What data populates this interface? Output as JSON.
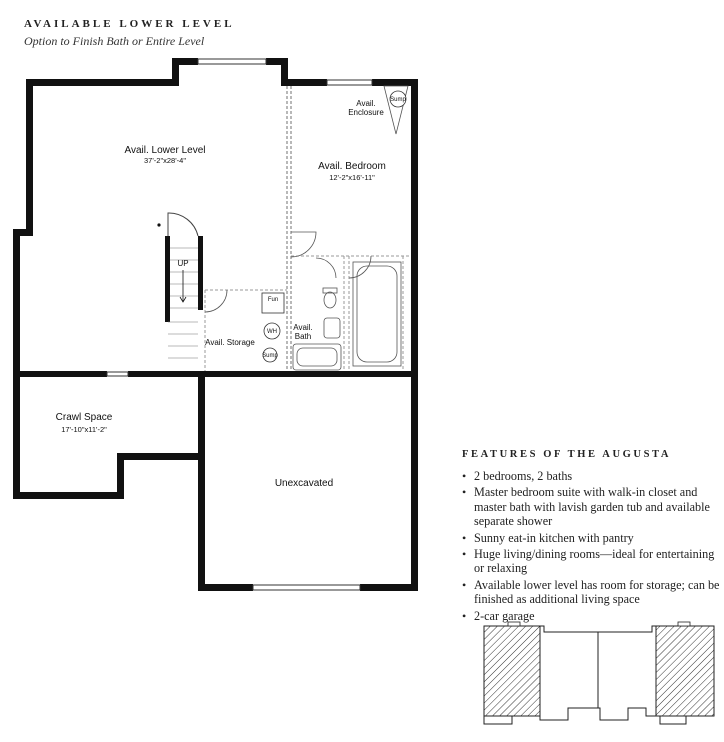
{
  "header": {
    "title": "AVAILABLE LOWER LEVEL",
    "subtitle": "Option to Finish Bath or Entire Level"
  },
  "plan": {
    "rooms": {
      "lower_level": {
        "name": "Avail. Lower Level",
        "dims": "37'-2\"x28'-4\""
      },
      "bedroom": {
        "name": "Avail. Bedroom",
        "dims": "12'-2\"x16'-11\""
      },
      "enclosure": {
        "line1": "Avail.",
        "line2": "Enclosure"
      },
      "storage": {
        "name": "Avail. Storage"
      },
      "bath": {
        "line1": "Avail.",
        "line2": "Bath"
      },
      "crawl": {
        "name": "Crawl Space",
        "dims": "17'-10\"x11'-2\""
      },
      "unexcavated": {
        "name": "Unexcavated"
      }
    },
    "fixtures": {
      "up": "UP",
      "furnace": "Fun",
      "water_heater": "WH",
      "sump_storage": "Sump",
      "sump_enclosure": "Sump"
    }
  },
  "features": {
    "title": "FEATURES OF THE AUGUSTA",
    "items": [
      "2 bedrooms, 2 baths",
      "Master bedroom suite with walk-in closet and master bath with lavish garden tub and available separate shower",
      "Sunny eat-in kitchen with pantry",
      "Huge living/dining rooms—ideal for entertaining or relaxing",
      "Available lower level has room for storage; can be finished as additional living space",
      "2-car garage"
    ]
  }
}
